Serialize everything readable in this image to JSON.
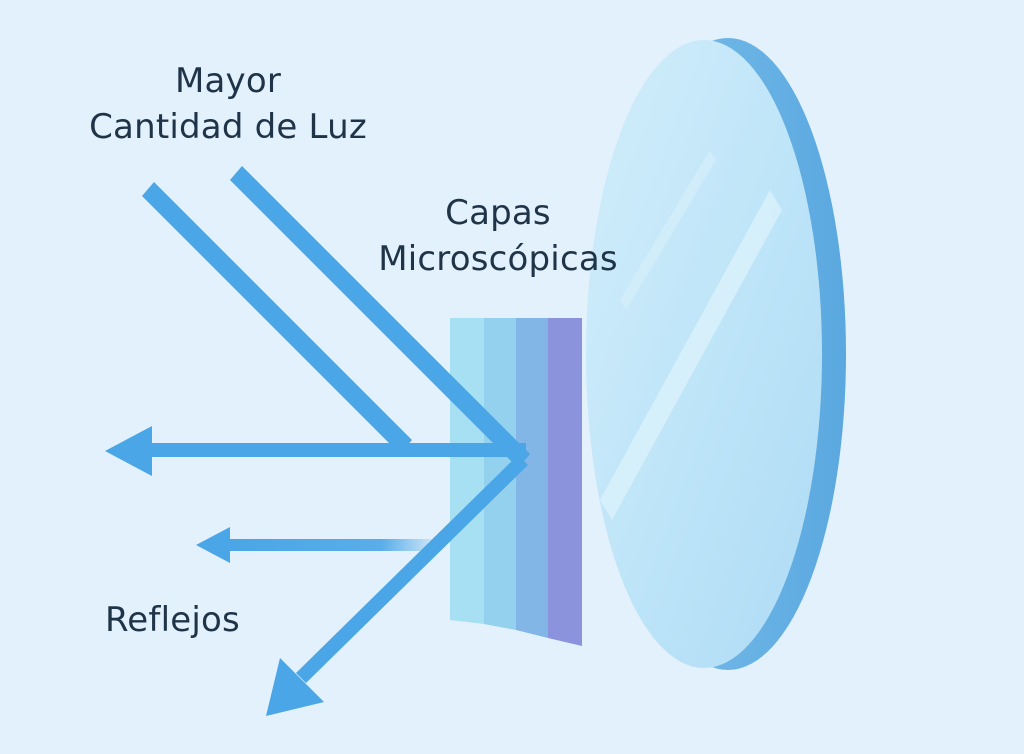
{
  "labels": {
    "light": {
      "line1": "Mayor",
      "line2": "Cantidad de Luz"
    },
    "layers": {
      "line1": "Capas",
      "line2": "Microscópicas"
    },
    "reflections": "Reflejos"
  },
  "colors": {
    "background": "#e3f1fc",
    "text": "#1f3448",
    "arrow": "#4aa6e6",
    "lens_face": "#bfe4f8",
    "lens_edge": "#6fb6e6",
    "layer_1": "#a6e0f2",
    "layer_2": "#94d1ee",
    "layer_3": "#82b6e6",
    "layer_4": "#8b93dc"
  }
}
